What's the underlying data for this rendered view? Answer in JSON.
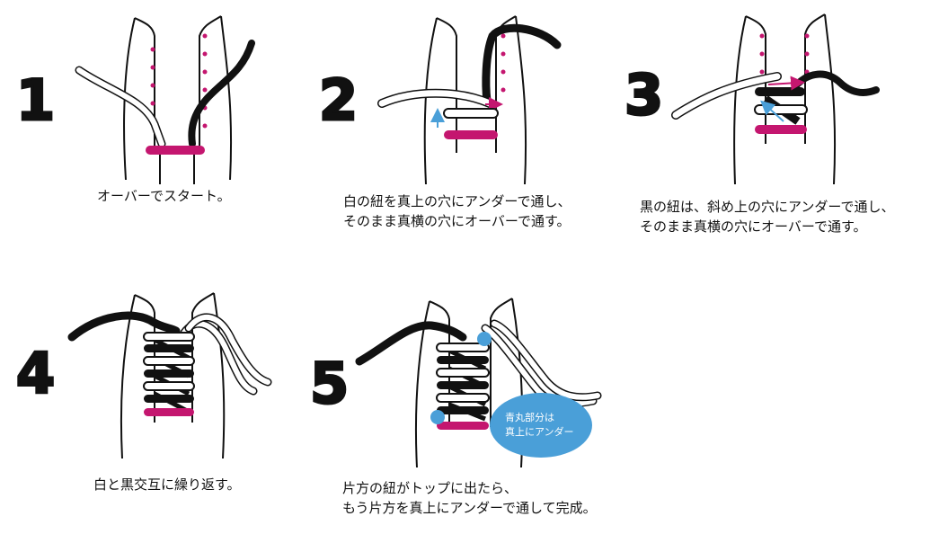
{
  "steps": [
    {
      "number": "1",
      "caption_lines": [
        "オーバーでスタート。"
      ]
    },
    {
      "number": "2",
      "caption_lines": [
        "白の紐を真上の穴にアンダーで通し、",
        "そのまま真横の穴にオーバーで通す。"
      ]
    },
    {
      "number": "3",
      "caption_lines": [
        "黒の紐は、斜め上の穴にアンダーで通し、",
        "そのまま真横の穴にオーバーで通す。"
      ]
    },
    {
      "number": "4",
      "caption_lines": [
        "白と黒交互に繰り返す。"
      ]
    },
    {
      "number": "5",
      "caption_lines": [
        "片方の紐がトップに出たら、",
        "もう片方を真上にアンダーで通して完成。"
      ]
    }
  ],
  "bubble": {
    "line1": "青丸部分は",
    "line2": "真上にアンダー"
  },
  "colors": {
    "magenta": "#c4166f",
    "black": "#111111",
    "blue": "#4a9fd8",
    "dot": "#c4166f",
    "arrow": "#4a9fd8"
  }
}
